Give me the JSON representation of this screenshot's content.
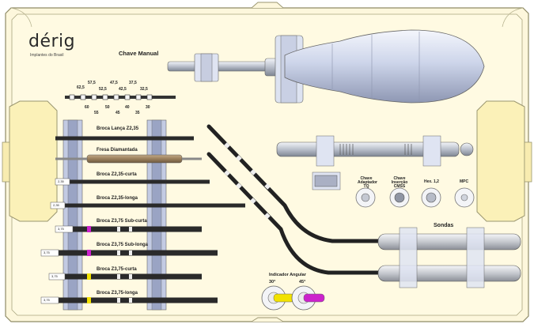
{
  "brand": {
    "name": "dérig",
    "tagline": "Implantes do Brasil"
  },
  "labels": {
    "chave_manual": "Chave Manual",
    "broca_lanca": "Broca Lança Z2,35",
    "fresa": "Fresa Diamantada",
    "broca_235_curta": "Broca Z2,35-curta",
    "broca_235_longa": "Broca Z2,35-longa",
    "broca_375_subcurta": "Broca Z3,75 Sub-curta",
    "broca_375_sublonga": "Broca Z3,75 Sub-longa",
    "broca_375_curta": "Broca Z3,75-curta",
    "broca_375_longa": "Broca Z3,75-longa",
    "chave_adaptador": "Chave Adaptador TQ",
    "chave_insercao": "Chave Inserção CMSS",
    "hex": "Hex. 1,2",
    "mpc": "MPC",
    "sondas": "Sondas",
    "indicador": "Indicador Angular",
    "deg30": "30°",
    "deg45": "45°"
  },
  "gauge": {
    "top": [
      "62,5",
      "57,5",
      "52,5",
      "47,5",
      "42,5",
      "37,5",
      "32,5"
    ],
    "bottom": [
      "60",
      "55",
      "50",
      "45",
      "40",
      "35",
      "30"
    ]
  },
  "drill_specs": [
    "2,35",
    "2,35",
    "3,75",
    "3,75",
    "3,75",
    "3,75"
  ],
  "colors": {
    "tray": "#fdf7dc",
    "tray_border": "#9a9670",
    "metal": "#c9cdd8",
    "handle": "#d8deec",
    "accent_purple": "#cc22cc",
    "accent_yellow": "#f2e200"
  }
}
